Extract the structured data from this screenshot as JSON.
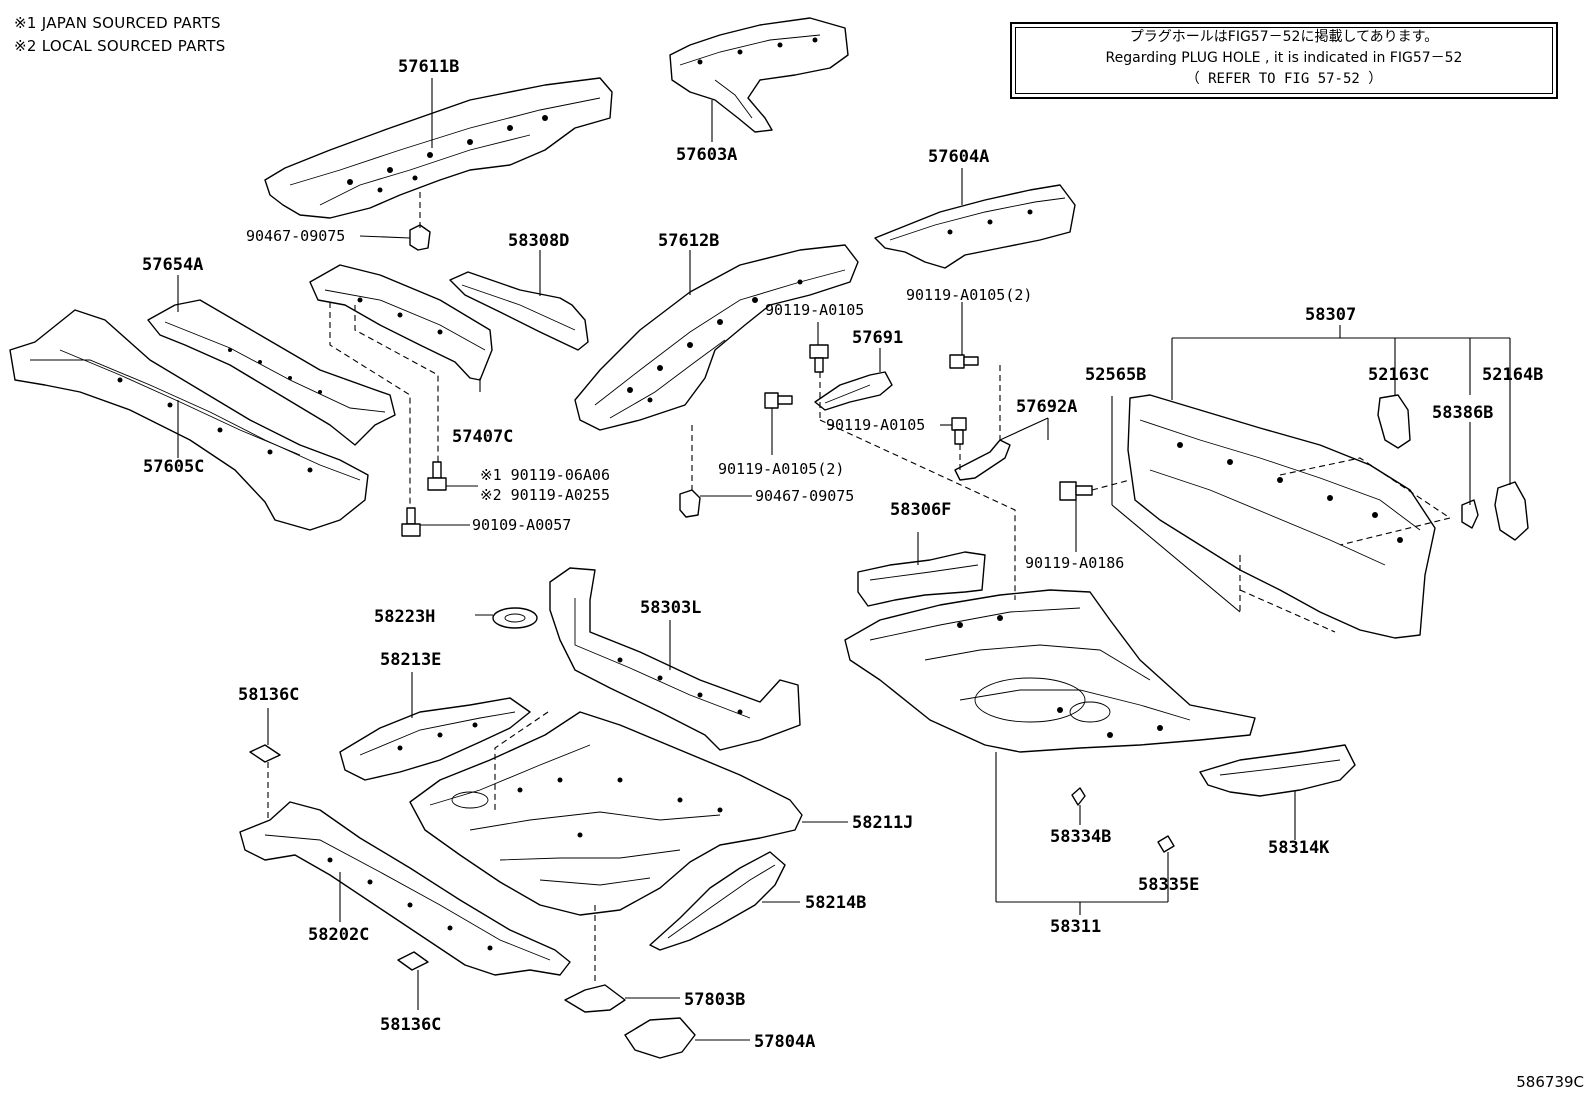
{
  "legend": [
    "※1 JAPAN SOURCED PARTS",
    "※2 LOCAL SOURCED PARTS"
  ],
  "notice": {
    "line1": "プラグホールはFIG57－52に掲載してあります。",
    "line2": "Regarding PLUG HOLE , it is indicated in FIG57－52",
    "line3": "（ REFER TO FIG 57-52 ）"
  },
  "parts": {
    "p57611B": "57611B",
    "p57603A": "57603A",
    "p57604A": "57604A",
    "p90467_09075_a": "90467-09075",
    "p58308D": "58308D",
    "p57612B": "57612B",
    "p57654A": "57654A",
    "p90119_A0105_2a": "90119-A0105(2)",
    "p58307": "58307",
    "p90119_A0105_a": "90119-A0105",
    "p57691": "57691",
    "p52565B": "52565B",
    "p52163C": "52163C",
    "p52164B": "52164B",
    "p58386B": "58386B",
    "p57692A": "57692A",
    "p90119_A0105_b": "90119-A0105",
    "p57407C": "57407C",
    "p57605C": "57605C",
    "p90119_06A06": "※1 90119-06A06",
    "p90119_A0255": "※2 90119-A0255",
    "p90119_A0105_2b": "90119-A0105(2)",
    "p90467_09075_b": "90467-09075",
    "p90109_A0057": "90109-A0057",
    "p58306F": "58306F",
    "p90119_A0186": "90119-A0186",
    "p58223H": "58223H",
    "p58303L": "58303L",
    "p58213E": "58213E",
    "p58136C_a": "58136C",
    "p58211J": "58211J",
    "p58334B": "58334B",
    "p58314K": "58314K",
    "p58335E": "58335E",
    "p58202C": "58202C",
    "p58214B": "58214B",
    "p58311": "58311",
    "p58136C_b": "58136C",
    "p57803B": "57803B",
    "p57804A": "57804A"
  },
  "diagram_id": "586739C"
}
